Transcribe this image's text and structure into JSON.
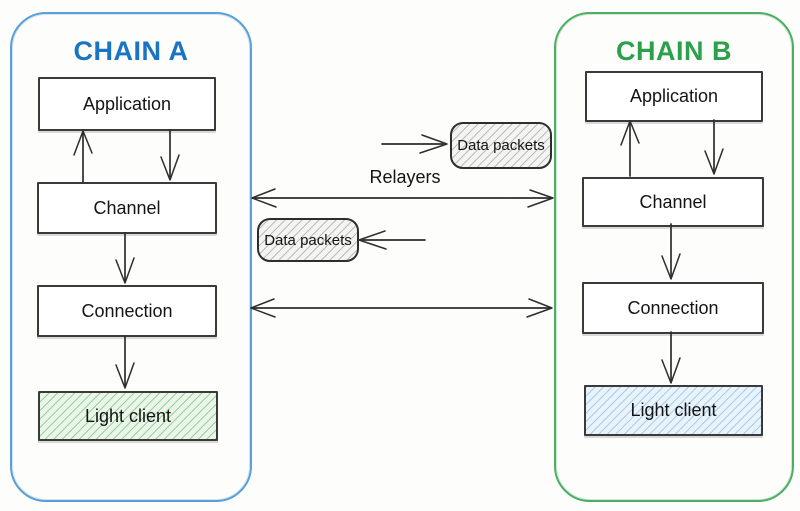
{
  "diagram": {
    "chain_a": {
      "title": "CHAIN A",
      "boxes": [
        {
          "label": "Application"
        },
        {
          "label": "Channel"
        },
        {
          "label": "Connection"
        },
        {
          "label": "Light client"
        }
      ]
    },
    "chain_b": {
      "title": "CHAIN B",
      "boxes": [
        {
          "label": "Application"
        },
        {
          "label": "Channel"
        },
        {
          "label": "Connection"
        },
        {
          "label": "Light client"
        }
      ]
    },
    "middle": {
      "relayers_label": "Relayers",
      "data_packet_top_label": "Data packets",
      "data_packet_bottom_label": "Data packets"
    },
    "colors": {
      "chain_a_accent": "#1a74c4",
      "chain_a_border": "#58a0d8",
      "chain_b_accent": "#2da04c",
      "chain_b_border": "#4cae63",
      "light_client_a_fill": "#eaf6ea",
      "light_client_a_hatch": "#9ccf9f",
      "light_client_b_fill": "#e8f3fb",
      "light_client_b_hatch": "#a9cde8",
      "packet_fill": "#f4f4f2",
      "packet_hatch": "#bdbdb8",
      "line_color": "#2d2d2d",
      "background": "#fdfdfb"
    }
  }
}
